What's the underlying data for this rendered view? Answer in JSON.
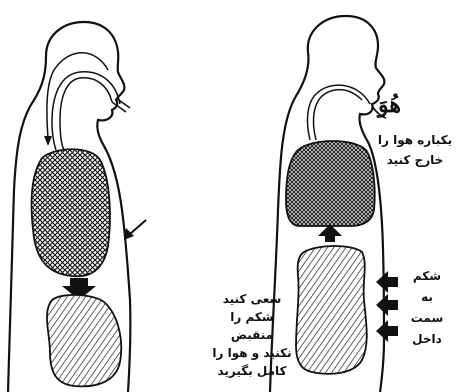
{
  "left_figure": {
    "caption_lines": [
      "سعی کنید",
      "شکم را",
      "منقبض",
      "نکنید و هوا را",
      "کامل بگیرید"
    ]
  },
  "right_figure": {
    "sound_label": "هُوَ",
    "caption_top_lines": [
      "یکباره هوا را",
      "خارج کنید"
    ],
    "caption_side_lines": [
      "شکم",
      "به",
      "سمت",
      "داخل"
    ]
  }
}
